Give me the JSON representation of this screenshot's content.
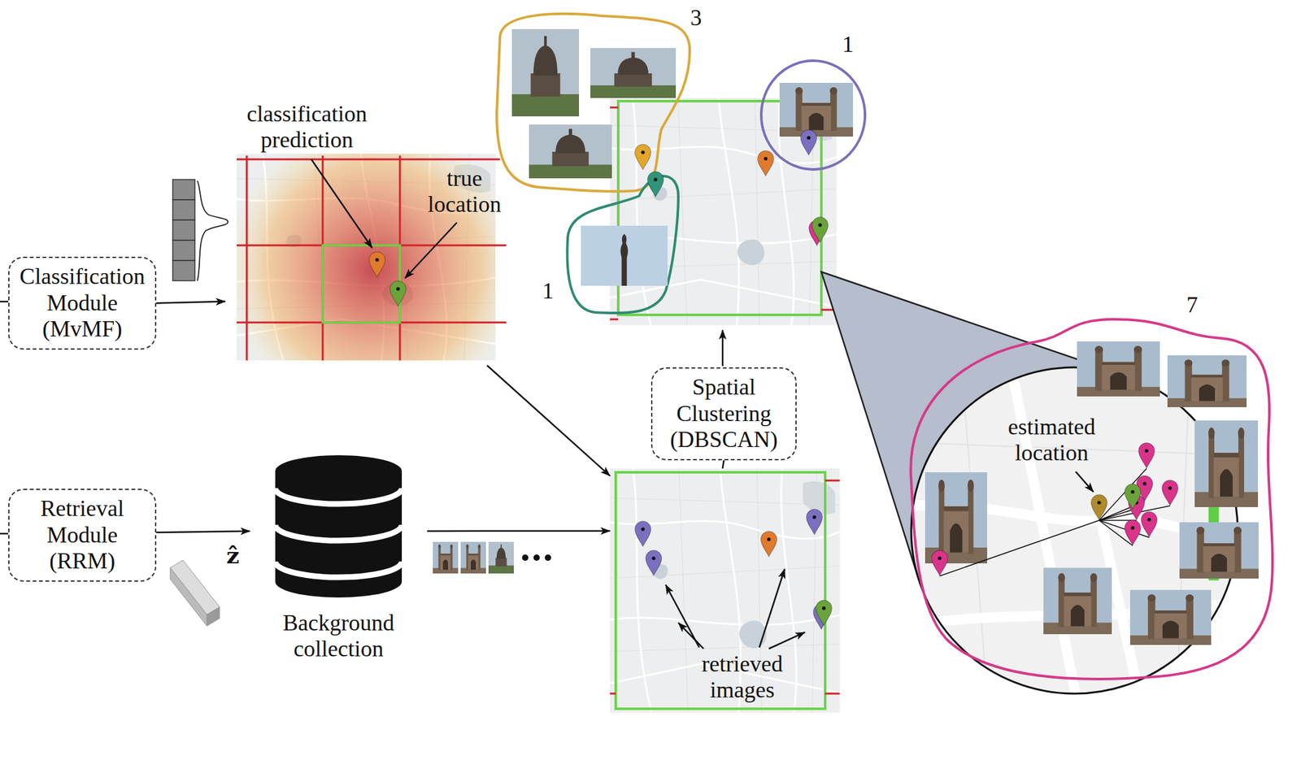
{
  "diagram": {
    "nodes": [
      {
        "text": [
          "Classification Module (MvMF)"
        ]
      },
      {
        "text": [
          "Retrieval Module (RRM)"
        ]
      },
      {
        "text": [
          "Background collection"
        ]
      },
      {
        "text": [
          "Spatial Clustering (DBSCAN)"
        ]
      },
      {
        "text": [
          "classification prediction",
          "true location"
        ]
      },
      {
        "text": [
          "retrieved images"
        ]
      },
      {
        "text": [
          "estimated location"
        ]
      }
    ],
    "edges": [
      {
        "from": 0,
        "to": 4,
        "arrow": "to"
      },
      {
        "from": 4,
        "to": 5,
        "arrow": "to"
      },
      {
        "from": 1,
        "to": 2,
        "arrow": "to"
      },
      {
        "from": 2,
        "to": 5,
        "arrow": "to"
      },
      {
        "from": 5,
        "to": 3,
        "arrow": "none"
      }
    ],
    "labels": [
      "3",
      "1",
      "1",
      "7",
      "ẑ"
    ]
  }
}
